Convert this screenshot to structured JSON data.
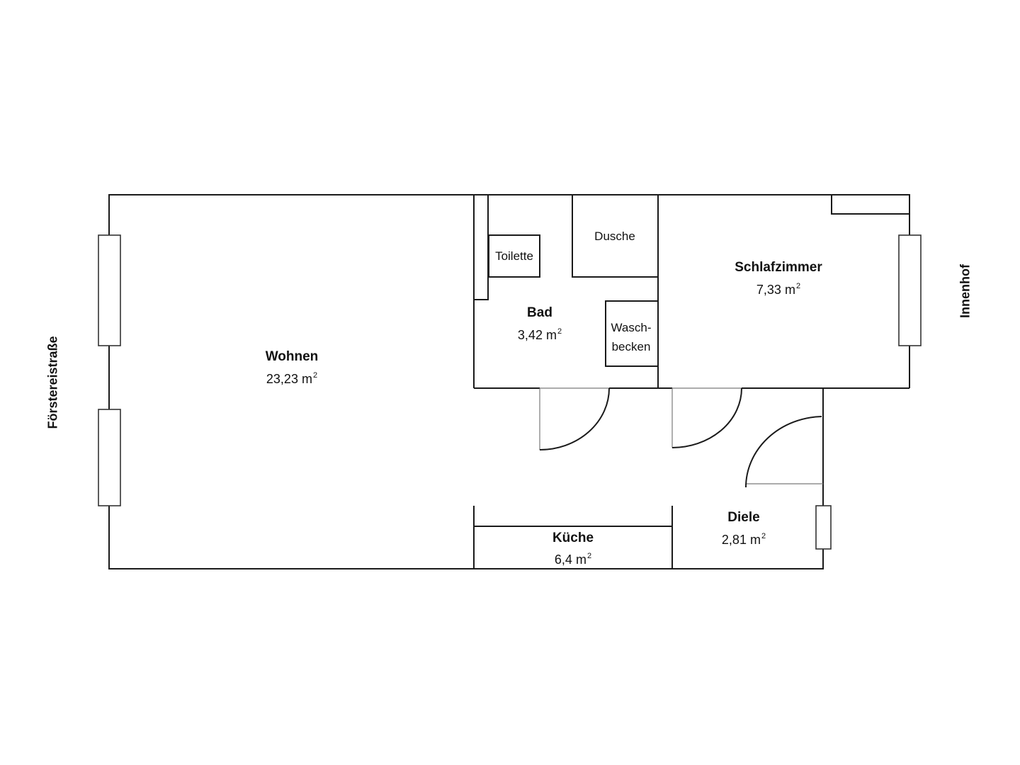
{
  "plan": {
    "streets": {
      "left": "Förstereistraße",
      "right": "Innenhof"
    },
    "rooms": [
      {
        "id": "wohnen",
        "name": "Wohnen",
        "area": "23,23 m",
        "unit_exp": "2"
      },
      {
        "id": "bad",
        "name": "Bad",
        "area": "3,42 m",
        "unit_exp": "2"
      },
      {
        "id": "schlafzimmer",
        "name": "Schlafzimmer",
        "area": "7,33 m",
        "unit_exp": "2"
      },
      {
        "id": "kueche",
        "name": "Küche",
        "area": "6,4 m",
        "unit_exp": "2"
      },
      {
        "id": "diele",
        "name": "Diele",
        "area": "2,81 m",
        "unit_exp": "2"
      }
    ],
    "fixtures": {
      "toilette": "Toilette",
      "dusche": "Dusche",
      "waschbecken_line1": "Wasch-",
      "waschbecken_line2": "becken"
    },
    "colors": {
      "wall": "#1a1a1a",
      "door_line": "#7a7a7a",
      "background": "#ffffff"
    }
  }
}
